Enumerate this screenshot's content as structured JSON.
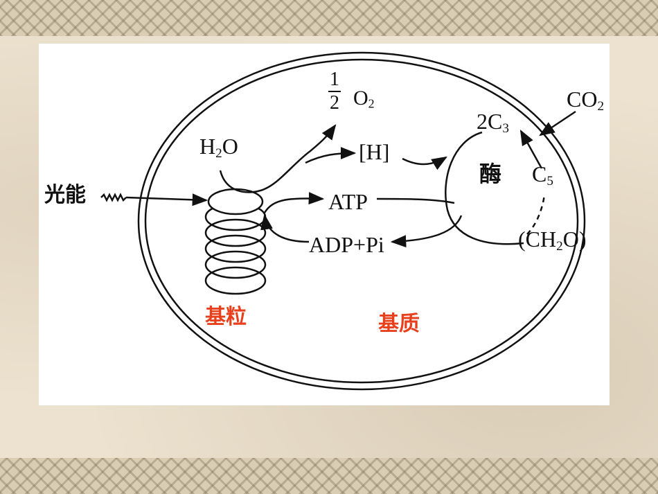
{
  "labels": {
    "light": "光能",
    "h2o": "H",
    "h2o_sub": "2",
    "h2o_tail": "O",
    "half_num": "1",
    "half_den": "2",
    "o2": "O",
    "o2_sub": "2",
    "h": "[H]",
    "atp": "ATP",
    "adp": "ADP+Pi",
    "c3": "2C",
    "c3_sub": "3",
    "enzyme": "酶",
    "c5": "C",
    "c5_sub": "5",
    "co2": "CO",
    "co2_sub": "2",
    "ch2o_a": "(CH",
    "ch2o_sub": "2",
    "ch2o_b": "O)",
    "grana": "基粒",
    "stroma": "基质"
  },
  "colors": {
    "ink": "#111111",
    "highlight": "#e8401c",
    "panel": "#ffffff"
  }
}
